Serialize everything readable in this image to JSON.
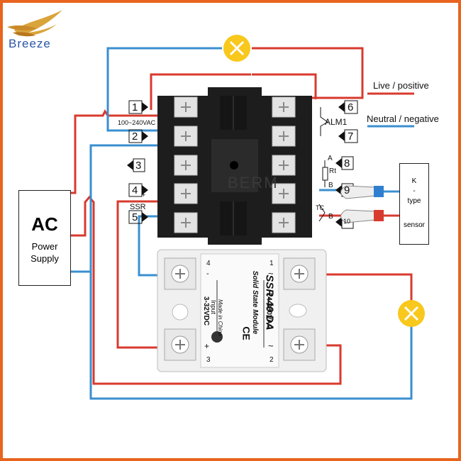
{
  "brand": {
    "name": "Breeze"
  },
  "legend": {
    "live": "Live / positive",
    "neutral": "Neutral / negative"
  },
  "colors": {
    "live": "#d83a2e",
    "neutral": "#3a8fd0",
    "lamp": "#f8c81c",
    "terminal_block": "#1d1d1d"
  },
  "ac_supply": {
    "title": "AC",
    "subtitle_line1": "Power",
    "subtitle_line2": "Supply"
  },
  "controller": {
    "terminals_left": [
      "1",
      "2",
      "3",
      "4",
      "5"
    ],
    "terminals_right": [
      "6",
      "7",
      "8",
      "9",
      "10"
    ],
    "voltage_label": "100~240VAC",
    "alarm_label": "ALM1",
    "ssr_label": "SSR",
    "plus": "+",
    "minus": "-",
    "rt_label": "Rt",
    "a_label": "A",
    "b_label": "B",
    "b2_label": "B",
    "tc_label": "TC",
    "watermark": "BERM"
  },
  "sensor": {
    "line1": "K",
    "line2": "-",
    "line3": "type",
    "line4": "sensor"
  },
  "ssr_module": {
    "model": "SSR-40 DA",
    "desc": "Solid State Module",
    "origin": "Made in China",
    "input_label": "Input",
    "input_voltage": "3-32VDC",
    "output_voltage": "24-380VAC",
    "ce": "CE",
    "term_4": "4",
    "term_3": "3",
    "term_1": "1",
    "term_2": "2",
    "minus": "-",
    "plus": "+",
    "tilde": "~"
  }
}
